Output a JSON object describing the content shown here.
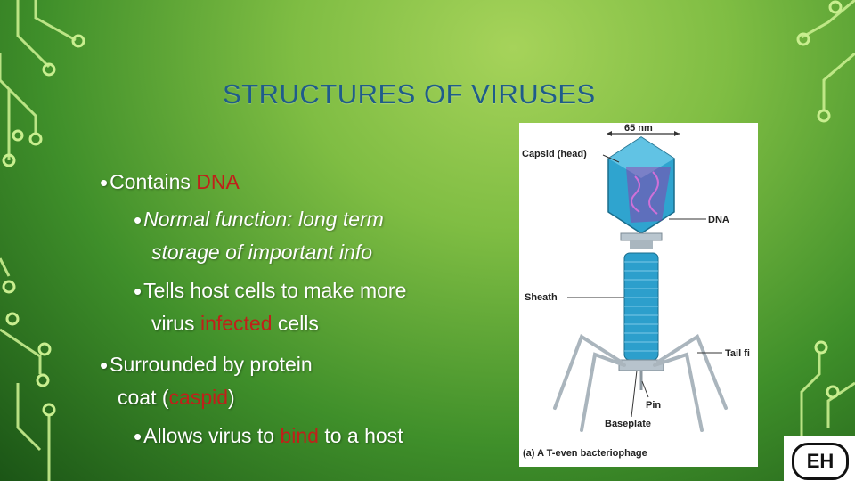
{
  "title": "STRUCTURES OF VIRUSES",
  "bullets": {
    "b1": {
      "prefix": "Contains ",
      "highlight": "DNA"
    },
    "b1a_line1": "Normal function: long term",
    "b1a_line2": "storage of important info",
    "b1b_line1": "Tells host cells to make more",
    "b1b_pre": "virus ",
    "b1b_highlight": "infected",
    "b1b_post": " cells",
    "b2_line1": "Surrounded by protein",
    "b2_pre": "coat (",
    "b2_highlight": "caspid",
    "b2_post": ")",
    "b2a_pre": "Allows virus to ",
    "b2a_highlight": "bind",
    "b2a_post": " to a  host"
  },
  "figure": {
    "scale": "65 nm",
    "capsid": "Capsid (head)",
    "dna": "DNA",
    "sheath": "Sheath",
    "tail": "Tail fi",
    "pin": "Pin",
    "baseplate": "Baseplate",
    "caption": "(a) A T-even bacteriophage"
  },
  "logo": "EH",
  "colors": {
    "title": "#1f5c8a",
    "highlight": "#c0201a",
    "bullet_text": "#ffffff"
  }
}
